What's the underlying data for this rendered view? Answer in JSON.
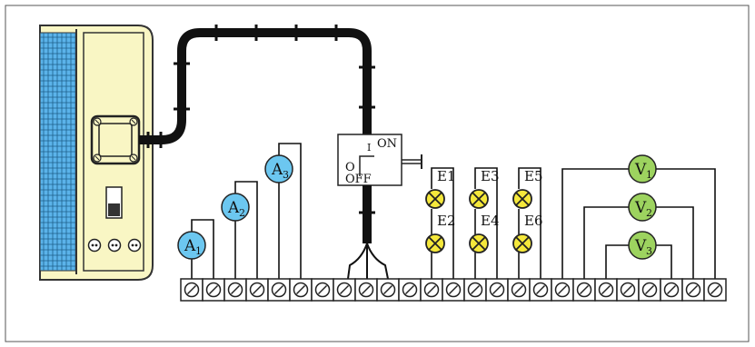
{
  "colors": {
    "background": "#ffffff",
    "frame": "#333333",
    "panel_fill": "#f9f6c4",
    "grid_blue": "#5bb3ea",
    "ammeter_fill": "#6cc7f0",
    "voltmeter_fill": "#9dd35f",
    "lamp_fill": "#f5e83b",
    "wire": "#111111"
  },
  "ammeters": [
    {
      "letter": "A",
      "sub": "1"
    },
    {
      "letter": "A",
      "sub": "2"
    },
    {
      "letter": "A",
      "sub": "3"
    }
  ],
  "voltmeters": [
    {
      "letter": "V",
      "sub": "1"
    },
    {
      "letter": "V",
      "sub": "2"
    },
    {
      "letter": "V",
      "sub": "3"
    }
  ],
  "lamps": [
    "E1",
    "E2",
    "E3",
    "E4",
    "E5",
    "E6"
  ],
  "switch": {
    "on_label": "ON",
    "on_symbol": "I",
    "off_label": "OFF",
    "off_symbol": "O"
  },
  "terminal_count": 25,
  "icons": {
    "terminal": "screw-terminal-icon",
    "lamp": "lamp-icon",
    "socket": "socket-icon",
    "junction_box": "junction-box-icon",
    "toggle": "toggle-switch-icon"
  }
}
